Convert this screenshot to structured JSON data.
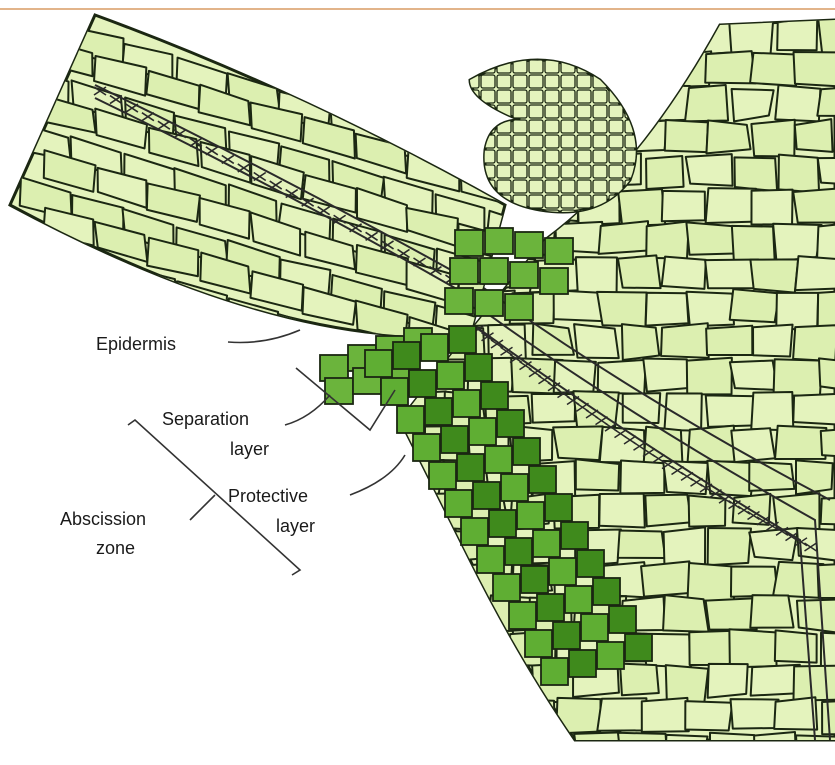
{
  "colors": {
    "page_bg": "#ffffff",
    "top_rule": "#e2b48a",
    "cell_fill": "#e4f3bd",
    "cell_fill_alt": "#dcefb0",
    "cell_outline": "#1b2712",
    "separation_cell": "#6bb43c",
    "protective_cell_light": "#5fae33",
    "protective_cell_dark": "#3f8a1c",
    "vascular_line": "#2a2a2a",
    "leader_line": "#333333"
  },
  "labels": {
    "epidermis": "Epidermis",
    "separation_line1": "Separation",
    "separation_line2": "layer",
    "protective_line1": "Protective",
    "protective_line2": "layer",
    "abscission_line1": "Abscission",
    "abscission_line2": "zone"
  }
}
